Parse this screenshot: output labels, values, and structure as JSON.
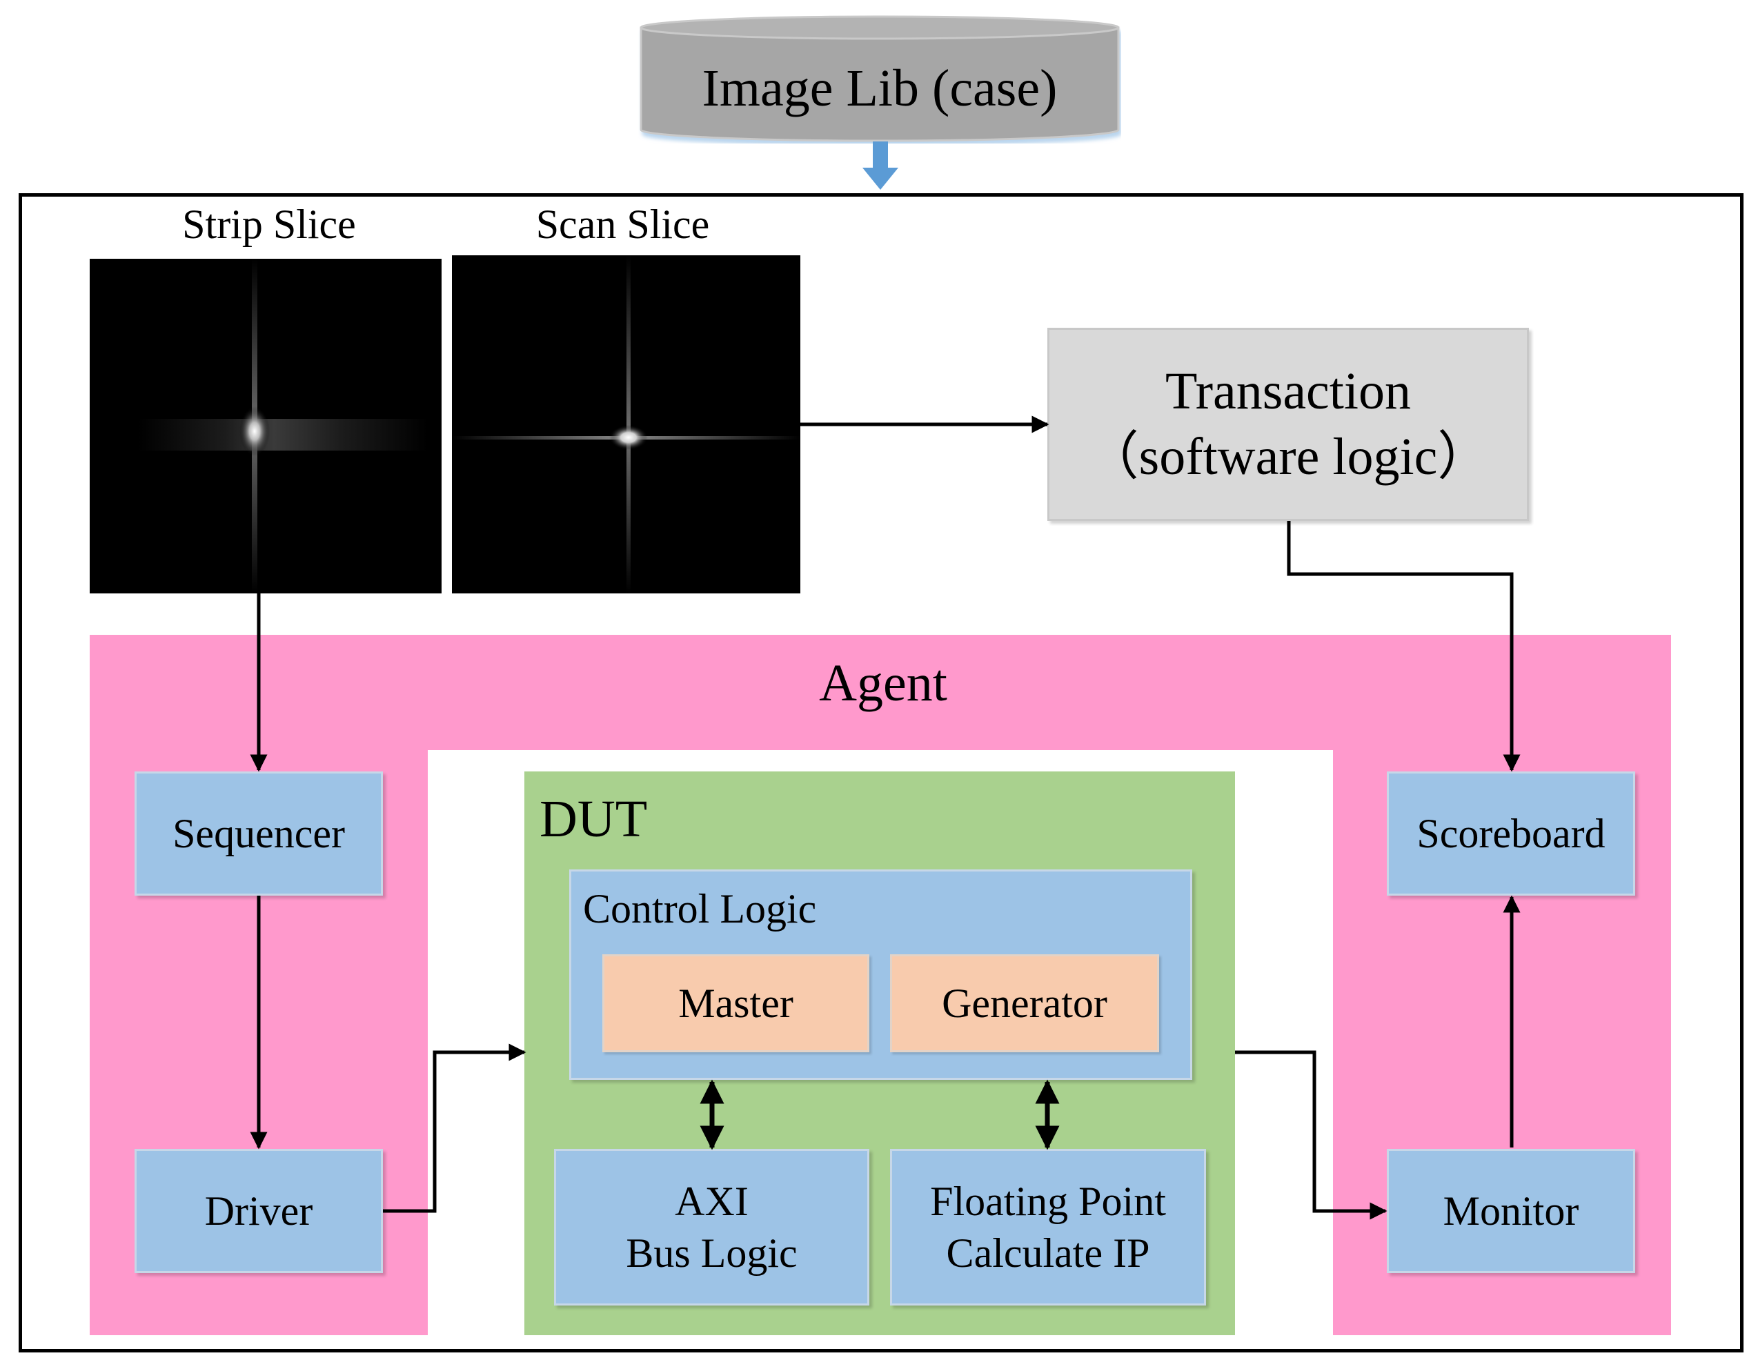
{
  "image_lib": {
    "label": "Image Lib (case)"
  },
  "slices": {
    "strip": {
      "label": "Strip Slice"
    },
    "scan": {
      "label": "Scan Slice"
    }
  },
  "transaction": {
    "label": "Transaction\n（software logic）"
  },
  "agent": {
    "label": "Agent"
  },
  "sequencer": {
    "label": "Sequencer"
  },
  "driver": {
    "label": "Driver"
  },
  "scoreboard": {
    "label": "Scoreboard"
  },
  "monitor": {
    "label": "Monitor"
  },
  "dut": {
    "label": "DUT",
    "control_logic": {
      "label": "Control Logic",
      "master": "Master",
      "generator": "Generator"
    },
    "axi": "AXI\nBus Logic",
    "fpu": "Floating Point\nCalculate IP"
  },
  "colors": {
    "agent_pink": "#ff99cc",
    "dut_green": "#a9d18e",
    "block_blue": "#9dc3e6",
    "block_orange": "#f8cbad",
    "transaction_gray": "#d9d9d9",
    "arrow_blue": "#5b9bd5",
    "database_gray": "#a6a6a6"
  }
}
